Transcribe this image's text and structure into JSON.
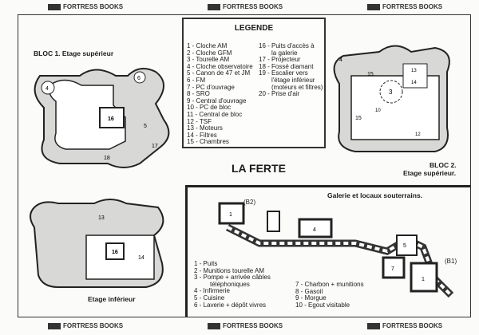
{
  "title": "LA FERTE",
  "legend": {
    "heading": "LEGENDE",
    "col1": [
      "1 - Cloche AM",
      "2 - Cloche GFM",
      "3 - Tourelle AM",
      "4 - Cloche observatoire",
      "5 - Canon de 47 et JM",
      "6 - FM",
      "7 - PC d'ouvrage",
      "8 - SRO",
      "9 - Central d'ouvrage",
      "10 - PC de bloc",
      "11 - Central de bloc",
      "12 - TSF",
      "13 - Moteurs",
      "14 - Filtres",
      "15 - Chambres"
    ],
    "col2": [
      "16 - Puits d'accès à",
      "la galerie",
      "17 - Projecteur",
      "18 - Fossé diamant",
      "19 - Escalier vers",
      "l'étage inférieur",
      "(moteurs et filtres)",
      "20 - Prise d'air"
    ]
  },
  "plans": {
    "bloc1": "BLOC 1. Etage supérieur",
    "bloc2_line1": "BLOC 2.",
    "bloc2_line2": "Etage supérieur.",
    "inferieur": "Etage inférieur",
    "galerie": "Galerie et locaux souterrains.",
    "b2": "(B2)",
    "b1": "(B1)"
  },
  "galerie_legend": {
    "col1": [
      "1 - Puits",
      "2 - Munitions tourelle AM",
      "3 - Pompe + arrivée câbles",
      "téléphoniques",
      "4 - Infirmerie",
      "5 - Cuisine",
      "6 - Laverie + dépôt vivres"
    ],
    "col2": [
      "7 - Charbon + munitions",
      "8 - Gasoil",
      "9 - Morgue",
      "10 - Egout visitable"
    ]
  },
  "watermark": "FORTRESS BOOKS",
  "colors": {
    "ink": "#1b1b1b",
    "wall": "#8a8a8a",
    "paper": "#fbfbf9"
  }
}
